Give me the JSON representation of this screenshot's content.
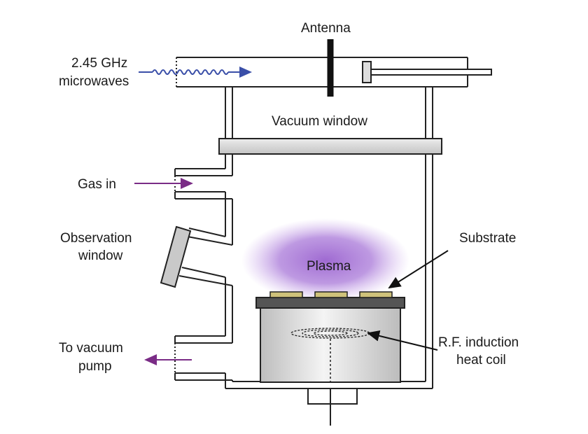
{
  "labels": {
    "antenna": "Antenna",
    "microwave_freq": "2.45 GHz",
    "microwaves": "microwaves",
    "vacuum_window": "Vacuum window",
    "gas_in": "Gas in",
    "observation": "Observation",
    "window": "window",
    "substrate": "Substrate",
    "plasma": "Plasma",
    "to_vacuum": "To vacuum",
    "pump": "pump",
    "rf_induction": "R.F. induction",
    "heat_coil": "heat coil"
  },
  "colors": {
    "wall": "#ffffff",
    "outline": "#222222",
    "window_plate": "#d9d9d9",
    "plasma": "#a779d6",
    "substrate": "#cfc27a",
    "stage_top": "#555555",
    "microwave_arrow": "#3a4fa8",
    "gas_arrow": "#7a2c86"
  }
}
